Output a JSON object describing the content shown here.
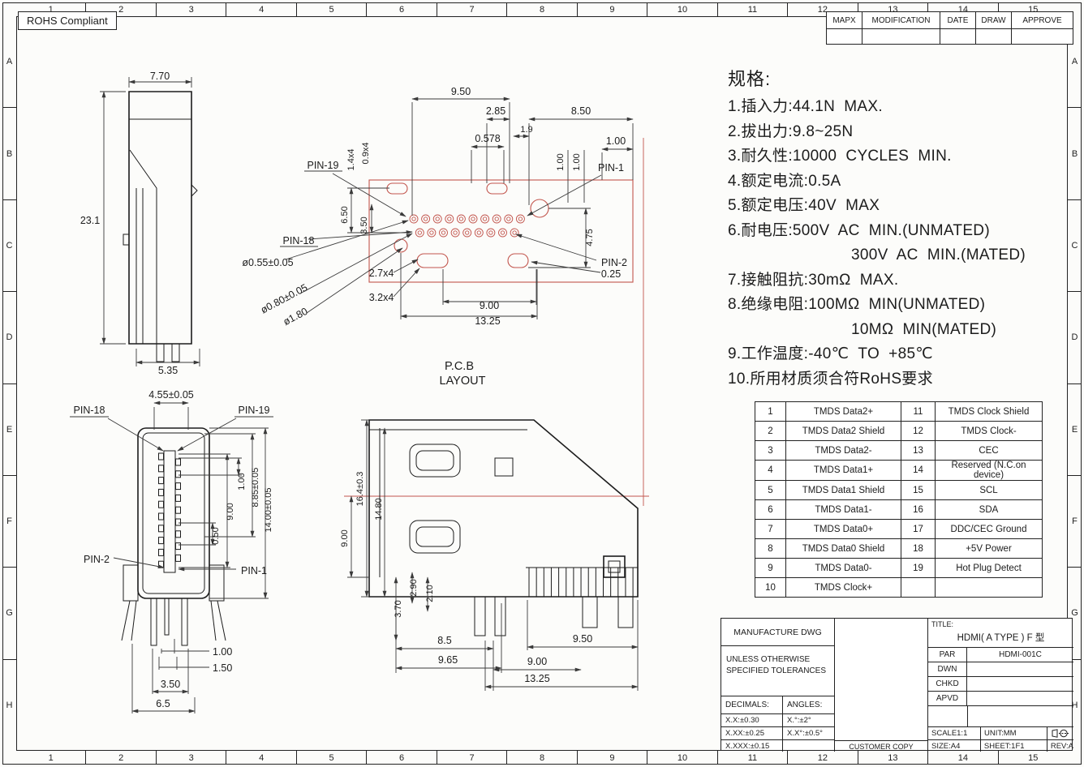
{
  "colors": {
    "line": "#1c1c1c",
    "red": "#c2554d"
  },
  "sheet": {
    "rohs_label": "ROHS Compliant"
  },
  "frame": {
    "columns": [
      "1",
      "2",
      "3",
      "4",
      "5",
      "6",
      "7",
      "8",
      "9",
      "10",
      "11",
      "12",
      "13",
      "14",
      "15"
    ],
    "rows": [
      "A",
      "B",
      "C",
      "D",
      "E",
      "F",
      "G",
      "H"
    ]
  },
  "revision_table": {
    "headers": [
      "MAPX",
      "MODIFICATION",
      "DATE",
      "DRAW",
      "APPROVE"
    ]
  },
  "specs": {
    "heading": "规格:",
    "lines": [
      "1.插入力:44.1N  MAX.",
      "2.拔出力:9.8~25N",
      "3.耐久性:10000  CYCLES  MIN.",
      "4.额定电流:0.5A",
      "5.额定电压:40V  MAX",
      "6.耐电压:500V  AC  MIN.(UNMATED)",
      "300V  AC  MIN.(MATED)",
      "7.接触阻抗:30mΩ  MAX.",
      "8.绝缘电阻:100MΩ  MIN(UNMATED)",
      "10MΩ  MIN(MATED)",
      "9.工作温度:-40℃  TO  +85℃",
      "10.所用材质须合符RoHS要求"
    ]
  },
  "pin_table": {
    "rows": [
      [
        "1",
        "TMDS Data2+",
        "11",
        "TMDS Clock Shield"
      ],
      [
        "2",
        "TMDS Data2 Shield",
        "12",
        "TMDS Clock-"
      ],
      [
        "3",
        "TMDS Data2-",
        "13",
        "CEC"
      ],
      [
        "4",
        "TMDS Data1+",
        "14",
        "Reserved (N.C.on device)"
      ],
      [
        "5",
        "TMDS Data1 Shield",
        "15",
        "SCL"
      ],
      [
        "6",
        "TMDS Data1-",
        "16",
        "SDA"
      ],
      [
        "7",
        "TMDS Data0+",
        "17",
        "DDC/CEC Ground"
      ],
      [
        "8",
        "TMDS Data0 Shield",
        "18",
        "+5V Power"
      ],
      [
        "9",
        "TMDS Data0-",
        "19",
        "Hot Plug Detect"
      ],
      [
        "10",
        "TMDS Clock+",
        "",
        ""
      ]
    ]
  },
  "title_block": {
    "manufacture_label": "MANUFACTURE DWG",
    "tolerance_note_line1": "UNLESS OTHERWISE",
    "tolerance_note_line2": "SPECIFIED TOLERANCES",
    "decimals_header": "DECIMALS:",
    "angles_header": "ANGLES:",
    "tolerance_rows": [
      [
        "X.X:±0.30",
        "X.°:±2°"
      ],
      [
        "X.XX:±0.25",
        "X.X°:±0.5°"
      ],
      [
        "X.XXX:±0.15",
        ""
      ]
    ],
    "customer_copy": "CUSTOMER COPY",
    "title_label": "TITLE:",
    "title_value": "HDMI( A TYPE ) F 型",
    "info_rows": [
      [
        "PAR",
        "HDMI-001C"
      ],
      [
        "DWN",
        ""
      ],
      [
        "CHKD",
        ""
      ],
      [
        "APVD",
        ""
      ]
    ],
    "scale": "SCALE1:1",
    "unit": "UNIT:MM",
    "size": "SIZE:A4",
    "sheet": "SHEET:1F1",
    "rev": "REV:A"
  },
  "views": {
    "side_view": {
      "dim_top_width": "7.70",
      "dim_height": "23.1",
      "dim_bottom_width": "5.35"
    },
    "pcb_layout": {
      "caption_line1": "P.C.B",
      "caption_line2": "LAYOUT",
      "dims": {
        "d950": "9.50",
        "d285": "2.85",
        "d850": "8.50",
        "d19": "1.9",
        "d0578": "0.578",
        "d100a": "1.00",
        "d100b": "1.00",
        "d100c": "1.00",
        "pin19": "PIN-19",
        "pin1": "PIN-1",
        "pin18": "PIN-18",
        "pin2": "PIN-2",
        "d14x4": "1.4x4",
        "d09x4": "0.9x4",
        "d650": "6.50",
        "d350": "3.50",
        "d475": "4.75",
        "d055": "ø0.55±0.05",
        "d080": "ø0.80±0.05",
        "d180": "ø1.80",
        "d27x4": "2.7x4",
        "d32x4": "3.2x4",
        "d025": "0.25",
        "d900": "9.00",
        "d1325": "13.25"
      }
    },
    "front_view": {
      "dims": {
        "pin18": "PIN-18",
        "pin19": "PIN-19",
        "pin2": "PIN-2",
        "pin1": "PIN-1",
        "d455": "4.55±0.05",
        "d100": "1.00",
        "d900": "9.00",
        "d050": "0.50",
        "d885": "8.85±0.05",
        "d1400": "14.00±0.05",
        "d100b": "1.00",
        "d150": "1.50",
        "d350": "3.50",
        "d65": "6.5"
      }
    },
    "side_section_view": {
      "dims": {
        "d164": "16.4±0.3",
        "d1480": "14.80",
        "d900l": "9.00",
        "d290": "2.90",
        "d370": "3.70",
        "d210": "2.10",
        "d85": "8.5",
        "d950": "9.50",
        "d965": "9.65",
        "d900b": "9.00",
        "d1325": "13.25"
      }
    }
  }
}
